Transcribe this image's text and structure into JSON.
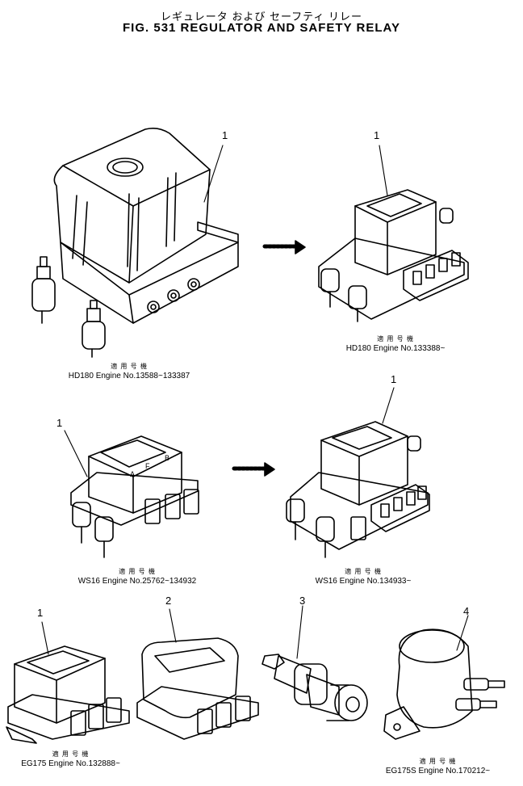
{
  "header": {
    "title_jp": "レギュレータ および セーフティ リレー",
    "title_en": "FIG. 531  REGULATOR  AND  SAFETY  RELAY"
  },
  "captions": {
    "applicable_jp": "適 用 号 機",
    "c1": "HD180  Engine  No.13588~133387",
    "c2": "HD180  Engine  No.133388~",
    "c3": "WS16  Engine  No.25762~134932",
    "c4": "WS16  Engine  No.134933~",
    "c5": "EG175  Engine  No.132888~",
    "c6": "EG175S  Engine  No.170212~"
  },
  "callouts": {
    "n1": "1",
    "n2": "2",
    "n3": "3",
    "n4": "4"
  },
  "terminal_letters": {
    "a": "A",
    "f": "F",
    "b": "B"
  }
}
